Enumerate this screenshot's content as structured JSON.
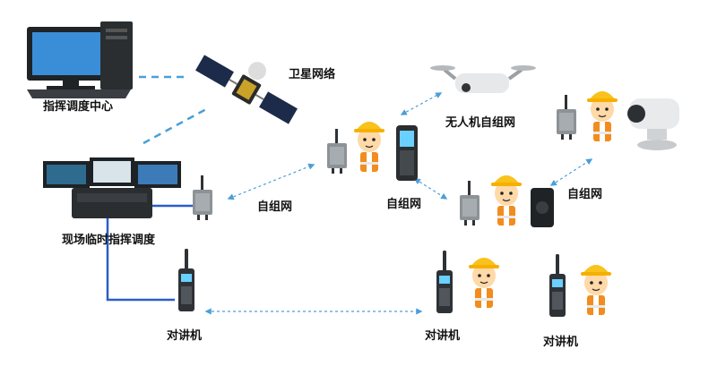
{
  "labels": {
    "command_center": "指挥调度中心",
    "satellite_network": "卫星网络",
    "drone_mesh": "无人机自组网",
    "mesh_left": "自组网",
    "mesh_center": "自组网",
    "mesh_right": "自组网",
    "field_command": "现场临时指挥调度",
    "walkie_left": "对讲机",
    "walkie_center": "对讲机",
    "walkie_right": "对讲机"
  },
  "colors": {
    "solid_link": "#2a5ec8",
    "dashed_link": "#4a9fd8",
    "helmet": "#f9c21c",
    "vest": "#f28c1e",
    "device_dark": "#2e3236",
    "device_gray": "#8d9296"
  }
}
